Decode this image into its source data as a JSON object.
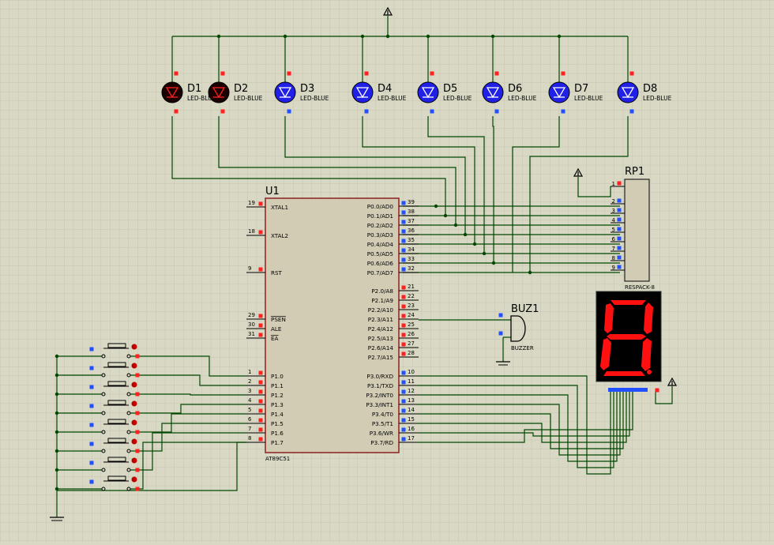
{
  "colors": {
    "background": "#d8d8c4",
    "grid": "#c6c6b0",
    "wire": "#004800",
    "chip_fill": "#d2ccb4",
    "chip_border": "#8c2020",
    "led_on": "#2020e6",
    "led_off": "#1a0000",
    "seg_on": "#ff1010",
    "seg_off": "#4a0000",
    "pin_red": "#ff2020",
    "pin_blue": "#2050ff"
  },
  "leds": [
    {
      "ref": "D1",
      "type": "LED-BLUE",
      "lit": false
    },
    {
      "ref": "D2",
      "type": "LED-BLUE",
      "lit": false
    },
    {
      "ref": "D3",
      "type": "LED-BLUE",
      "lit": true
    },
    {
      "ref": "D4",
      "type": "LED-BLUE",
      "lit": true
    },
    {
      "ref": "D5",
      "type": "LED-BLUE",
      "lit": true
    },
    {
      "ref": "D6",
      "type": "LED-BLUE",
      "lit": true
    },
    {
      "ref": "D7",
      "type": "LED-BLUE",
      "lit": true
    },
    {
      "ref": "D8",
      "type": "LED-BLUE",
      "lit": true
    }
  ],
  "mcu": {
    "ref": "U1",
    "part": "AT89C51",
    "left_pins": [
      {
        "num": "19",
        "name": "XTAL1"
      },
      {
        "num": "18",
        "name": "XTAL2"
      },
      {
        "num": "9",
        "name": "RST"
      },
      {
        "num": "29",
        "name": "PSEN"
      },
      {
        "num": "30",
        "name": "ALE"
      },
      {
        "num": "31",
        "name": "EA"
      },
      {
        "num": "1",
        "name": "P1.0"
      },
      {
        "num": "2",
        "name": "P1.1"
      },
      {
        "num": "3",
        "name": "P1.2"
      },
      {
        "num": "4",
        "name": "P1.3"
      },
      {
        "num": "5",
        "name": "P1.4"
      },
      {
        "num": "6",
        "name": "P1.5"
      },
      {
        "num": "7",
        "name": "P1.6"
      },
      {
        "num": "8",
        "name": "P1.7"
      }
    ],
    "right_pins": [
      {
        "num": "39",
        "name": "P0.0/AD0"
      },
      {
        "num": "38",
        "name": "P0.1/AD1"
      },
      {
        "num": "37",
        "name": "P0.2/AD2"
      },
      {
        "num": "36",
        "name": "P0.3/AD3"
      },
      {
        "num": "35",
        "name": "P0.4/AD4"
      },
      {
        "num": "34",
        "name": "P0.5/AD5"
      },
      {
        "num": "33",
        "name": "P0.6/AD6"
      },
      {
        "num": "32",
        "name": "P0.7/AD7"
      },
      {
        "num": "21",
        "name": "P2.0/A8"
      },
      {
        "num": "22",
        "name": "P2.1/A9"
      },
      {
        "num": "23",
        "name": "P2.2/A10"
      },
      {
        "num": "24",
        "name": "P2.3/A11"
      },
      {
        "num": "25",
        "name": "P2.4/A12"
      },
      {
        "num": "26",
        "name": "P2.5/A13"
      },
      {
        "num": "27",
        "name": "P2.6/A14"
      },
      {
        "num": "28",
        "name": "P2.7/A15"
      },
      {
        "num": "10",
        "name": "P3.0/RXD"
      },
      {
        "num": "11",
        "name": "P3.1/TXD"
      },
      {
        "num": "12",
        "name": "P3.2/INT0"
      },
      {
        "num": "13",
        "name": "P3.3/INT1"
      },
      {
        "num": "14",
        "name": "P3.4/T0"
      },
      {
        "num": "15",
        "name": "P3.5/T1"
      },
      {
        "num": "16",
        "name": "P3.6/WR"
      },
      {
        "num": "17",
        "name": "P3.7/RD"
      }
    ]
  },
  "resistor_pack": {
    "ref": "RP1",
    "part": "RESPACK-8",
    "pins": [
      "1",
      "2",
      "3",
      "4",
      "5",
      "6",
      "7",
      "8",
      "9"
    ]
  },
  "buzzer": {
    "ref": "BUZ1",
    "part": "BUZZER"
  },
  "display": {
    "digit": "8"
  },
  "switch_count": 8
}
